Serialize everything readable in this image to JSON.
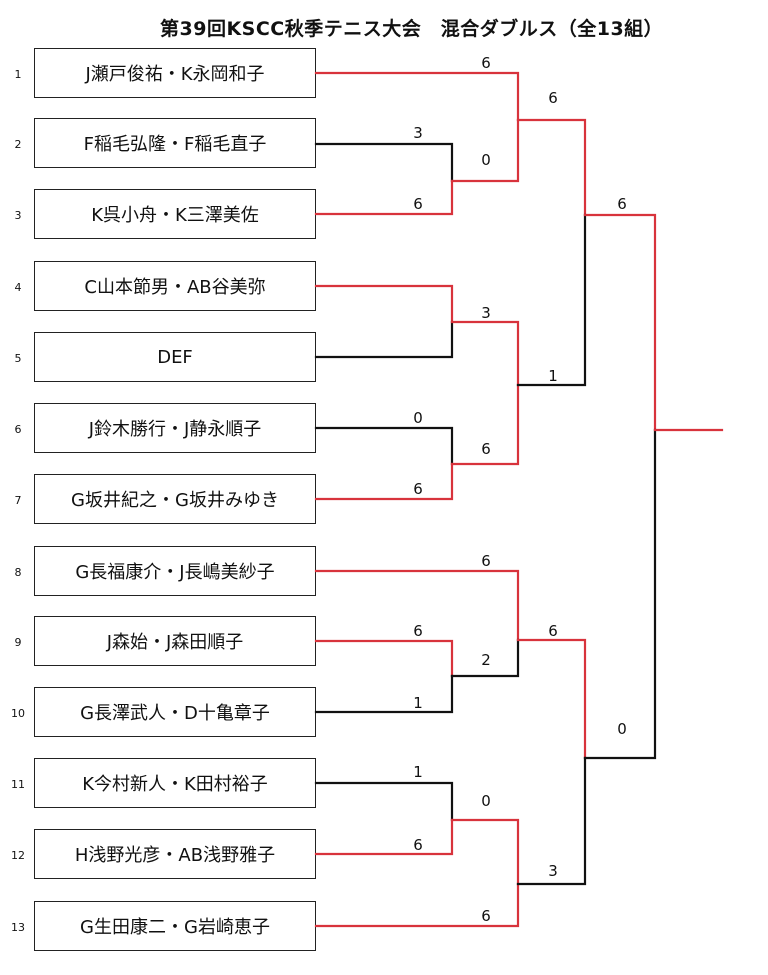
{
  "title": "第39回KSCC秋季テニス大会　混合ダブルス（全13組）",
  "players": [
    {
      "seed": "1",
      "name": "J瀬戸俊祐・K永岡和子"
    },
    {
      "seed": "2",
      "name": "F稲毛弘隆・F稲毛直子"
    },
    {
      "seed": "3",
      "name": "K呉小舟・K三澤美佐"
    },
    {
      "seed": "4",
      "name": "C山本節男・AB谷美弥"
    },
    {
      "seed": "5",
      "name": "DEF"
    },
    {
      "seed": "6",
      "name": "J鈴木勝行・J静永順子"
    },
    {
      "seed": "7",
      "name": "G坂井紀之・G坂井みゆき"
    },
    {
      "seed": "8",
      "name": "G長福康介・J長嶋美紗子"
    },
    {
      "seed": "9",
      "name": "J森始・J森田順子"
    },
    {
      "seed": "10",
      "name": "G長澤武人・D十亀章子"
    },
    {
      "seed": "11",
      "name": "K今村新人・K田村裕子"
    },
    {
      "seed": "12",
      "name": "H浅野光彦・AB浅野雅子"
    },
    {
      "seed": "13",
      "name": "G生田康二・G岩崎恵子"
    }
  ],
  "scores": {
    "r1_p1": "6",
    "r1_p2": "3",
    "r1_p3": "6",
    "r1_p4": "3",
    "r1_p6": "0",
    "r1_p7": "6",
    "r1_p8": "6",
    "r1_p9": "6",
    "r1_p10": "1",
    "r1_p11": "1",
    "r1_p12": "6",
    "r1_p13": "6",
    "r2_m23": "0",
    "r2_m67": "6",
    "r2_m910": "2",
    "r2_m1112": "0",
    "r3_a": "6",
    "r3_b": "1",
    "r3_c": "6",
    "r3_d": "3",
    "sf_top": "6",
    "sf_bottom": "0"
  },
  "colors": {
    "winner": "#d8333c",
    "loser": "#111111"
  }
}
